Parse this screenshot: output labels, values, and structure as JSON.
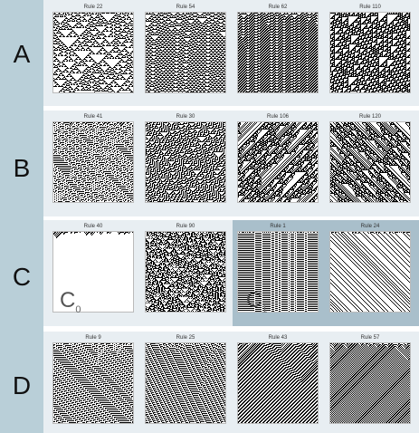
{
  "rows": [
    {
      "letter": "A",
      "cells": [
        {
          "rule": "Rule 22",
          "n": 22
        },
        {
          "rule": "Rule 54",
          "n": 54
        },
        {
          "rule": "Rule 62",
          "n": 62
        },
        {
          "rule": "Rule 110",
          "n": 110
        }
      ]
    },
    {
      "letter": "B",
      "cells": [
        {
          "rule": "Rule 41",
          "n": 41
        },
        {
          "rule": "Rule 30",
          "n": 30
        },
        {
          "rule": "Rule 106",
          "n": 106
        },
        {
          "rule": "Rule 120",
          "n": 120
        }
      ]
    },
    {
      "letter": "C",
      "cells": [
        {
          "rule": "Rule 40",
          "n": 40
        },
        {
          "rule": "Rule 90",
          "n": 90
        },
        {
          "rule": "Rule 1",
          "n": 1
        },
        {
          "rule": "Rule 24",
          "n": 24
        }
      ]
    },
    {
      "letter": "D",
      "cells": [
        {
          "rule": "Rule 9",
          "n": 9
        },
        {
          "rule": "Rule 25",
          "n": 25
        },
        {
          "rule": "Rule 43",
          "n": 43
        },
        {
          "rule": "Rule 57",
          "n": 57
        }
      ]
    }
  ],
  "class_labels": {
    "c0_main": "C",
    "c0_sub": "0",
    "c1_main": "C",
    "c1_sub": "1"
  },
  "colors": {
    "sidebar": "#b9cfd8",
    "band": "#e8eef2",
    "highlight": "#a9bfcb",
    "cell_on": "#000000",
    "cell_off": "#ffffff"
  }
}
